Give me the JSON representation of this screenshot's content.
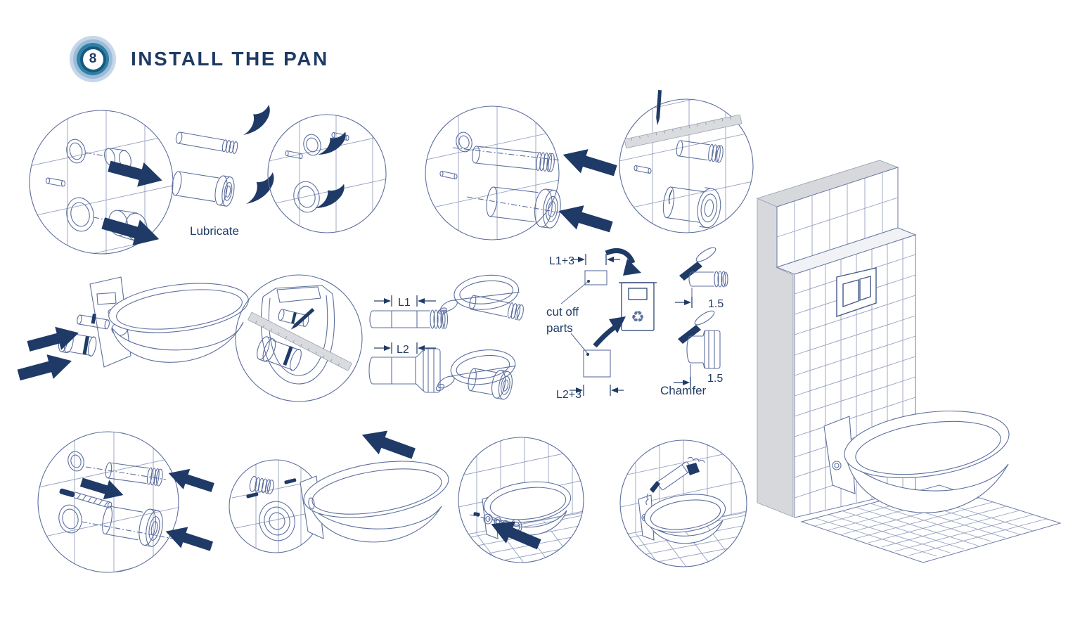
{
  "header": {
    "step_number": "8",
    "title": "INSTALL THE PAN"
  },
  "labels": {
    "lubricate": "Lubricate",
    "l1": "L1",
    "l2": "L2",
    "l1_plus3": "L1+3",
    "l2_plus3": "L2+3",
    "cut_off_line1": "cut off",
    "cut_off_line2": "parts",
    "chamfer": "Chamfer",
    "chamfer_dim_top": "1.5",
    "chamfer_dim_bottom": "1.5"
  },
  "icons": {
    "recycle_symbol": "♻"
  },
  "colors": {
    "navy": "#1f3a66",
    "line_art": "#5d6f9e",
    "tile_grid": "#96a1c0",
    "light_gray": "#d6d8db",
    "badge_outer": "#c6d7e9",
    "badge_mid": "#9cbbd9",
    "badge_teal": "#2e81a5",
    "badge_dark_ring": "#175a7f",
    "text": "#223d68"
  }
}
